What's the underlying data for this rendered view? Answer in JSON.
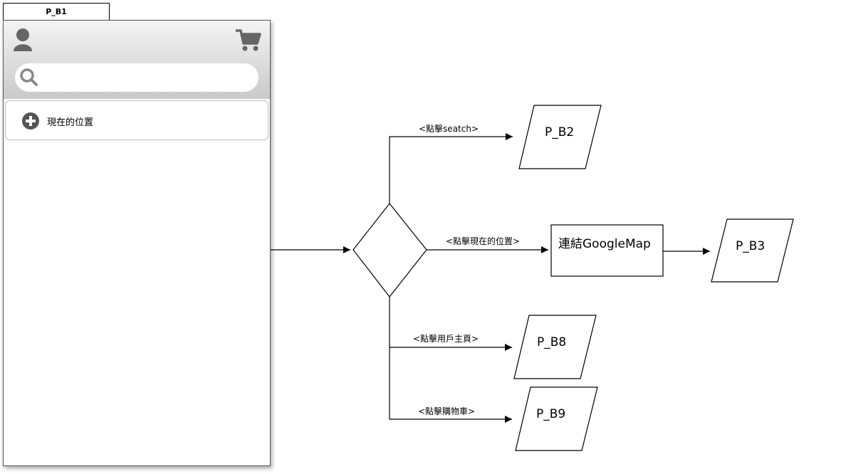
{
  "screen": {
    "tab_label": "P_B1",
    "location_item_label": "現在的位置"
  },
  "flow": {
    "edges": {
      "search": "<點擊seatch>",
      "location": "<點擊現在的位置>",
      "user_home": "<點擊用戶主頁>",
      "cart": "<點擊購物車>"
    },
    "nodes": {
      "pb2": "P_B2",
      "google": "連結GoogleMap",
      "pb3": "P_B3",
      "pb8": "P_B8",
      "pb9": "P_B9"
    }
  },
  "icons": [
    "user-icon",
    "cart-icon",
    "search-icon",
    "add-circle-icon"
  ],
  "colors": {
    "icon_gray": "#666666",
    "bar_top": "#f4f4f4",
    "bar_bottom": "#c9c9c9"
  }
}
